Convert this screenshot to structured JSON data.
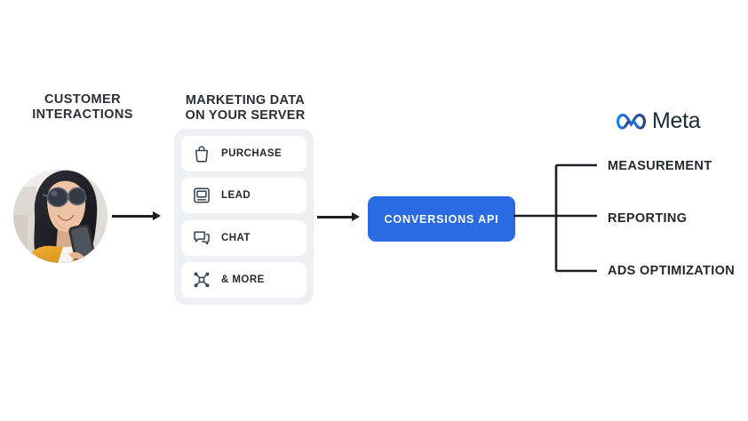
{
  "diagram": {
    "title": "Meta Conversions API data flow",
    "background_color": "#ffffff",
    "accent_color": "#2a6ae2",
    "text_color": "#25292d",
    "panel_color": "#eef1f4"
  },
  "customer": {
    "heading": "CUSTOMER\nINTERACTIONS",
    "avatar_alt": "Smiling woman wearing sunglasses and a yellow jacket holding a mobile phone",
    "avatar_icon": "person-photo-avatar"
  },
  "arrows": [
    {
      "name": "arrow-customer-to-data",
      "direction": "right"
    },
    {
      "name": "arrow-data-to-api",
      "direction": "right"
    }
  ],
  "marketing_data": {
    "heading": "MARKETING DATA\nON YOUR SERVER",
    "cards": [
      {
        "label": "PURCHASE",
        "icon": "shopping-bag-icon"
      },
      {
        "label": "LEAD",
        "icon": "monitor-form-icon"
      },
      {
        "label": "CHAT",
        "icon": "chat-bubbles-icon"
      },
      {
        "label": "& MORE",
        "icon": "nodes-network-icon"
      }
    ]
  },
  "conversions_api": {
    "label": "CONVERSIONS API",
    "background_color": "#2a6ae2",
    "text_color": "#ffffff"
  },
  "meta": {
    "brand_name": "Meta",
    "logo_icon": "meta-infinity-logo",
    "logo_gradient_from": "#0f82f5",
    "logo_gradient_to": "#2f4b8f"
  },
  "outcomes": {
    "connector": "bracket",
    "items": [
      {
        "label": "MEASUREMENT"
      },
      {
        "label": "REPORTING"
      },
      {
        "label": "ADS OPTIMIZATION"
      }
    ]
  }
}
